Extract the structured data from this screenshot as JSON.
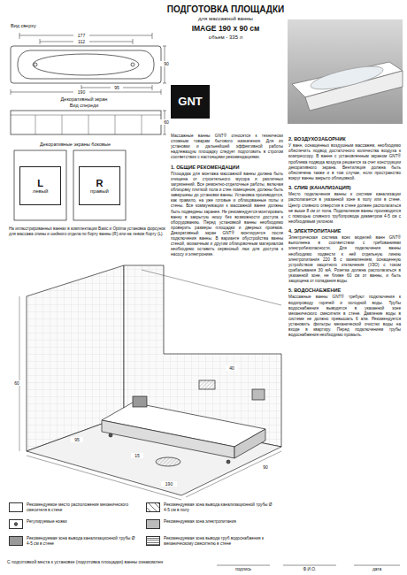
{
  "diagram": {
    "title": "ПОДГОТОВКА ПЛОЩАДКИ",
    "nodes": [
      {
        "text": [
          "GNT"
        ]
      },
      {
        "text": [
          "L",
          "левый"
        ]
      },
      {
        "text": [
          "R",
          "правый"
        ]
      }
    ],
    "labels": [
      "для массажной ванны",
      "IMAGE 190 х 90 см",
      "объем - 335 л",
      "Вид сверху",
      "177",
      "112",
      "90",
      "95",
      "190",
      "Декоративный экран",
      "Вид спереди",
      "60",
      "Декоративные экраны боковые",
      "На иллюстрированных ваннах в комплектации Basic и Optima установка форсунок для массажа спины и шейного отдела по борту ванны (R) или на левом борту (L).",
      "Массажные ванны GNT® относятся к технически сложным товарам бытового назначения. Для их установки и дальнейшей эффективной работы надлежащую площадку следует подготовить в строгом соответствии с настоящими рекомендациями.",
      "1. ОБЩИЕ РЕКОМЕНДАЦИИ",
      "Площадка для монтажа массажной ванны должна быть очищена от строительного мусора и различных загрязнений. Все ремонтно-отделочные работы, включая облицовку плиткой пола и стен помещения, должны быть завершены до установки ванны. Установка производится, как правило, на уже готовые и облицованные полы и стены. Все коммуникации к массажной ванне должны быть подведены заранее. Не рекомендуется монтировать ванну в закрытую нишу без возможности доступа к оборудованию. Перед установкой ванны необходимо проверить размеры площадки и дверных проёмов. Декоративный экран GNT® монтируется после подключения ванны. В варианте обустройства ванны стеной, мозаичным и другим облицовочным материалом необходимо оставить сервисный люк для доступа к насосу и электронике.",
      "2. ВОЗДУХОЗАБОРНИК",
      "У ванн, оснащенных воздушным массажем, необходимо обеспечить подвод достаточного количества воздуха к компрессору. В ванне с установленным экраном GNT® проблема подвода воздуха решается за счет конструкции декоративного экрана. Вентиляция должна быть обеспечена также и в том случае, если пространство вокруг ванны закрыто облицовкой.",
      "3. СЛИВ (КАНАЛИЗАЦИЯ)",
      "Место подключения ванны к системе канализации располагается в указанной зоне в полу или в стене. Центр сливного отверстия в стене должен располагаться не выше 8 см от пола. Подключение ванны производится с помощью сливного трубопровода диаметром 4-5 см с необходимым уклоном.",
      "4. ЭЛЕКТРОПИТАНИЕ",
      "Электрическая система всех моделей ванн GNT® выполнена в соответствии с требованиями электробезопасности. Для подключения ванны необходимо подвести к ней отдельную линию электропитания 220 В с заземлением, оснащенную устройством защитного отключения (УЗО) с током срабатывания 30 мА. Розетка должна располагаться в указанной зоне, не ближе 60 см от ванны, и быть защищена от попадания воды.",
      "5. ВОДОСНАБЖЕНИЕ",
      "Массажные ванны GNT® требуют подключения к водопроводу горячей и холодной воды. Трубы водоснабжения выводятся в указанной зоне механического смесителя в стене. Давление воды в системе не должно превышать 6 атм. Рекомендуется установить фильтры механической очистки воды на входе в квартиру. Перед подключением трубы водоснабжения необходимо промыть.",
      "190",
      "90",
      "95",
      "60",
      "15",
      "40",
      "С подготовкой места к установке (подготовка площадки) ванны ознакомлен",
      "подпись",
      "Ф.И.О.",
      "дата"
    ],
    "legend": [
      {
        "text": "Рекомендуемое место расположения механического смесителя в стене"
      },
      {
        "text": "Рекомендуемая зона вывода канализационной трубы Ø 4-5 см в полу"
      },
      {
        "text": "Регулируемые ножки"
      },
      {
        "text": "Рекомендуемая зона электропитания"
      },
      {
        "text": "Рекомендуемая зона вывода канализационной трубы Ø 4-5 см в стене"
      },
      {
        "text": "Рекомендуемая зона вывода труб водоснабжения к механическому смесителю в стене"
      }
    ]
  }
}
